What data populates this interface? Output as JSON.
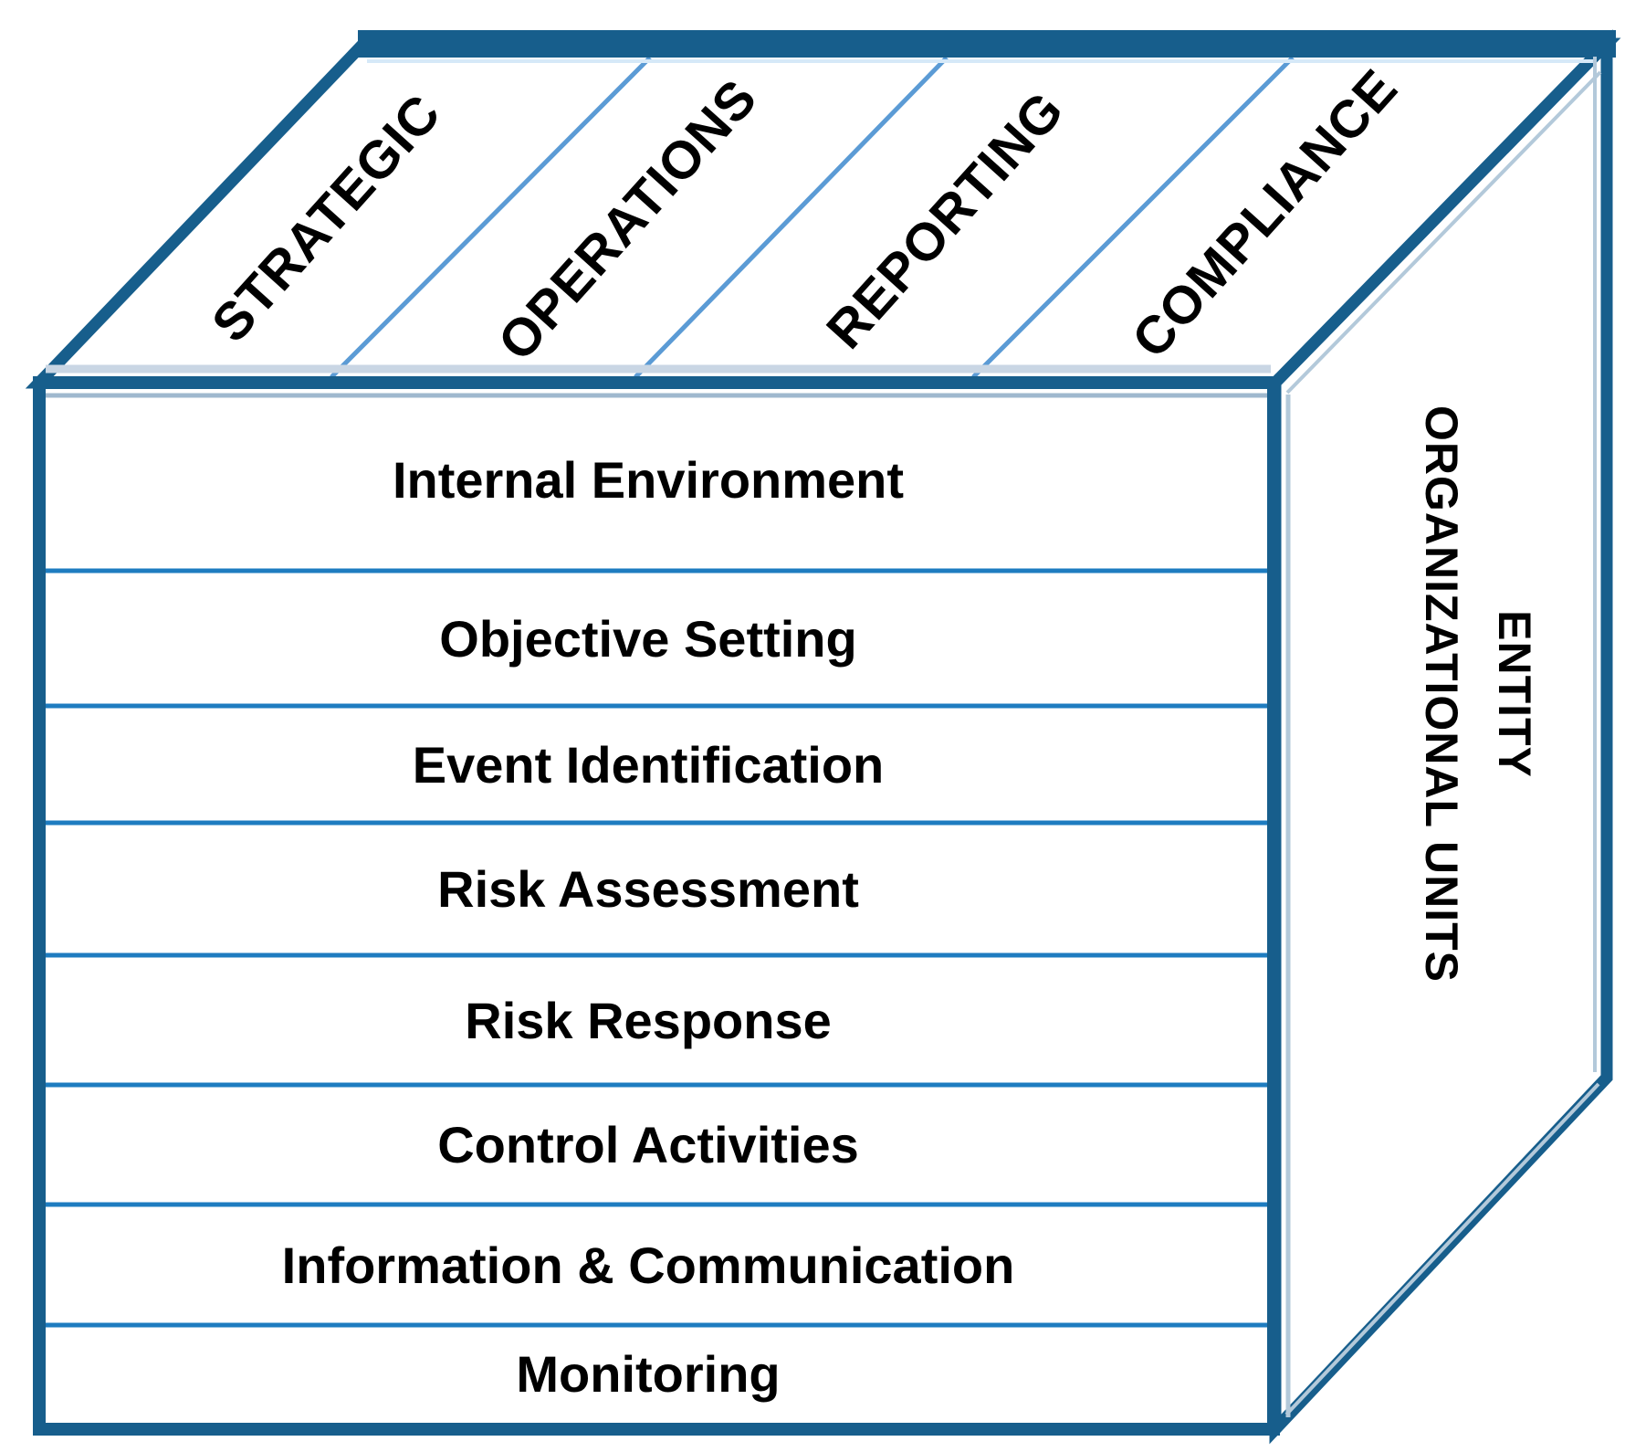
{
  "top_face": {
    "labels": [
      "STRATEGIC",
      "OPERATIONS",
      "REPORTING",
      "COMPLIANCE"
    ]
  },
  "front_face": {
    "rows": [
      "Internal Environment",
      "Objective Setting",
      "Event Identification",
      "Risk Assessment",
      "Risk Response",
      "Control Activities",
      "Information & Communication",
      "Monitoring"
    ]
  },
  "right_face": {
    "line1": "ENTITY",
    "line2": "ORGANIZATIONAL UNITS"
  },
  "colors": {
    "border": "#175E8C",
    "row_divider": "#1E7CC0",
    "top_face_divider": "#5B9BD5",
    "inner_highlight": "#B3C9DA",
    "pale_stripe": "#C9D6E4",
    "text": "#000000",
    "background": "#FFFFFF"
  }
}
